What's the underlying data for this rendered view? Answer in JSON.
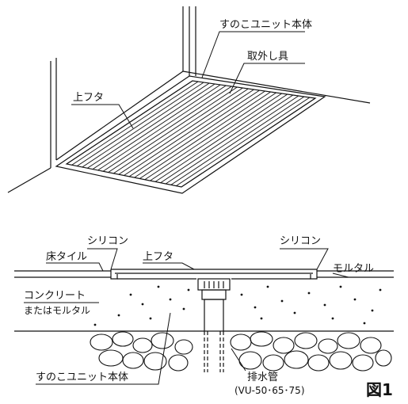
{
  "top_view": {
    "unit_body_label": "すのこユニット本体",
    "removal_tool_label": "取外し具",
    "top_lid_label": "上フタ"
  },
  "section_view": {
    "silicone_left_label": "シリコン",
    "silicone_right_label": "シリコン",
    "floor_tile_label": "床タイル",
    "top_lid_label": "上フタ",
    "mortar_label": "モルタル",
    "concrete_label": "コンクリート",
    "or_mortar_label": "またはモルタル",
    "unit_body_label": "すのこユニット本体",
    "drain_pipe_label": "排水管",
    "drain_pipe_spec": "(VU-50･65･75)"
  },
  "figure_label": "図1"
}
